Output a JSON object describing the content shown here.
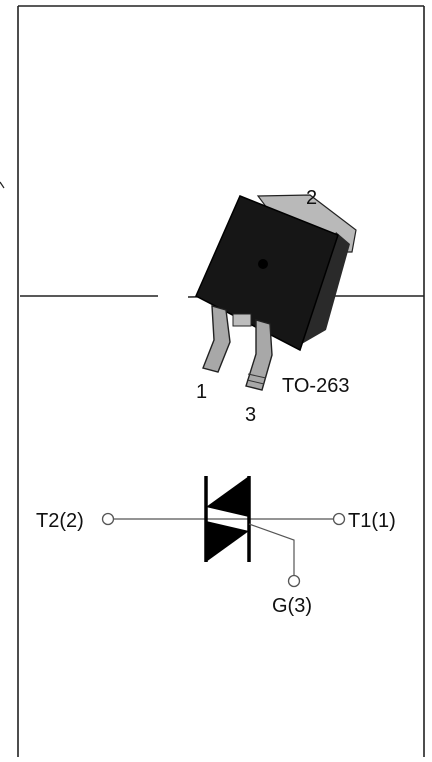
{
  "package": {
    "name": "TO-263",
    "pin_labels": {
      "pin1": "1",
      "pin2": "2",
      "pin3": "3"
    }
  },
  "symbol": {
    "terminal_left": "T2(2)",
    "terminal_right": "T1(1)",
    "gate": "G(3)"
  },
  "colors": {
    "ink": "#111111",
    "body": "#161616",
    "tab": "#b9b9b9",
    "lead": "#a8a8a8",
    "frame": "#222222",
    "wire": "#555555"
  }
}
